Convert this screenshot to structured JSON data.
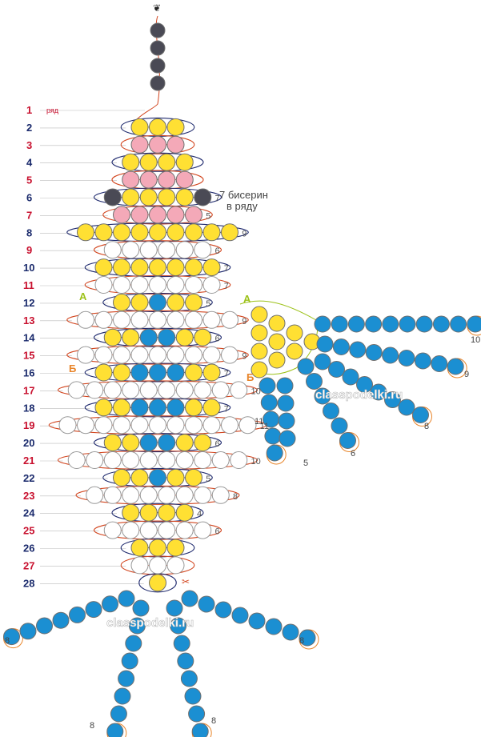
{
  "row_word": "ряд",
  "rows": [
    {
      "n": "1",
      "beads": [],
      "count": ""
    },
    {
      "n": "2",
      "beads": [
        "y",
        "y",
        "y"
      ],
      "count": ""
    },
    {
      "n": "3",
      "beads": [
        "p",
        "p",
        "p"
      ],
      "count": ""
    },
    {
      "n": "4",
      "beads": [
        "y",
        "y",
        "y",
        "y"
      ],
      "count": ""
    },
    {
      "n": "5",
      "beads": [
        "p",
        "p",
        "p",
        "p"
      ],
      "count": ""
    },
    {
      "n": "6",
      "beads": [
        "d",
        "y",
        "y",
        "y",
        "y",
        "d"
      ],
      "count": "7"
    },
    {
      "n": "7",
      "beads": [
        "p",
        "p",
        "p",
        "p",
        "p"
      ],
      "count": "5"
    },
    {
      "n": "8",
      "beads": [
        "y",
        "y",
        "y",
        "y",
        "y",
        "y",
        "y",
        "y",
        "y"
      ],
      "count": "9"
    },
    {
      "n": "9",
      "beads": [
        "w",
        "w",
        "w",
        "w",
        "w",
        "w"
      ],
      "count": "6"
    },
    {
      "n": "10",
      "beads": [
        "y",
        "y",
        "y",
        "y",
        "y",
        "y",
        "y"
      ],
      "count": "7"
    },
    {
      "n": "11",
      "beads": [
        "w",
        "w",
        "w",
        "w",
        "w",
        "w",
        "w"
      ],
      "count": "7"
    },
    {
      "n": "12",
      "beads": [
        "y",
        "y",
        "b",
        "y",
        "y"
      ],
      "count": "5"
    },
    {
      "n": "13",
      "beads": [
        "w",
        "w",
        "w",
        "w",
        "w",
        "w",
        "w",
        "w",
        "w"
      ],
      "count": "9"
    },
    {
      "n": "14",
      "beads": [
        "y",
        "y",
        "b",
        "b",
        "y",
        "y"
      ],
      "count": "6"
    },
    {
      "n": "15",
      "beads": [
        "w",
        "w",
        "w",
        "w",
        "w",
        "w",
        "w",
        "w",
        "w"
      ],
      "count": "9"
    },
    {
      "n": "16",
      "beads": [
        "y",
        "y",
        "b",
        "b",
        "b",
        "y",
        "y"
      ],
      "count": "7"
    },
    {
      "n": "17",
      "beads": [
        "w",
        "w",
        "w",
        "w",
        "w",
        "w",
        "w",
        "w",
        "w",
        "w"
      ],
      "count": "10"
    },
    {
      "n": "18",
      "beads": [
        "y",
        "y",
        "b",
        "b",
        "b",
        "y",
        "y"
      ],
      "count": "7"
    },
    {
      "n": "19",
      "beads": [
        "w",
        "w",
        "w",
        "w",
        "w",
        "w",
        "w",
        "w",
        "w",
        "w",
        "w"
      ],
      "count": "11"
    },
    {
      "n": "20",
      "beads": [
        "y",
        "y",
        "b",
        "b",
        "y",
        "y"
      ],
      "count": "6"
    },
    {
      "n": "21",
      "beads": [
        "w",
        "w",
        "w",
        "w",
        "w",
        "w",
        "w",
        "w",
        "w",
        "w"
      ],
      "count": "10"
    },
    {
      "n": "22",
      "beads": [
        "y",
        "y",
        "b",
        "y",
        "y"
      ],
      "count": "5"
    },
    {
      "n": "23",
      "beads": [
        "w",
        "w",
        "w",
        "w",
        "w",
        "w",
        "w",
        "w"
      ],
      "count": "8"
    },
    {
      "n": "24",
      "beads": [
        "y",
        "y",
        "y",
        "y"
      ],
      "count": "4"
    },
    {
      "n": "25",
      "beads": [
        "w",
        "w",
        "w",
        "w",
        "w",
        "w"
      ],
      "count": "6"
    },
    {
      "n": "26",
      "beads": [
        "y",
        "y",
        "y"
      ],
      "count": ""
    },
    {
      "n": "27",
      "beads": [
        "w",
        "w",
        "w"
      ],
      "count": ""
    },
    {
      "n": "28",
      "beads": [
        "y"
      ],
      "count": ""
    }
  ],
  "note_line1": "7 бисерин",
  "note_line2": "в ряду",
  "marker_a": "А",
  "marker_b": "Б",
  "watermark": "classpodelki.ru",
  "wing_strands": [
    {
      "label": "10",
      "count": 10
    },
    {
      "label": "9",
      "count": 9
    },
    {
      "label": "8",
      "count": 8
    },
    {
      "label": "6",
      "count": 6
    },
    {
      "label": "5",
      "count": 5
    }
  ],
  "leg_labels": [
    "8",
    "8",
    "8",
    "8"
  ],
  "colors": {
    "yellow": "#ffe033",
    "pink": "#f4a9b8",
    "dark": "#4a4a55",
    "blue": "#1b8fd2",
    "thread_red": "#d2451e",
    "thread_navy": "#1f2a6e",
    "thread_green": "#9dc21a",
    "thread_orange": "#e8852a",
    "label_red": "#c8102e",
    "label_navy": "#1a2a6c"
  }
}
